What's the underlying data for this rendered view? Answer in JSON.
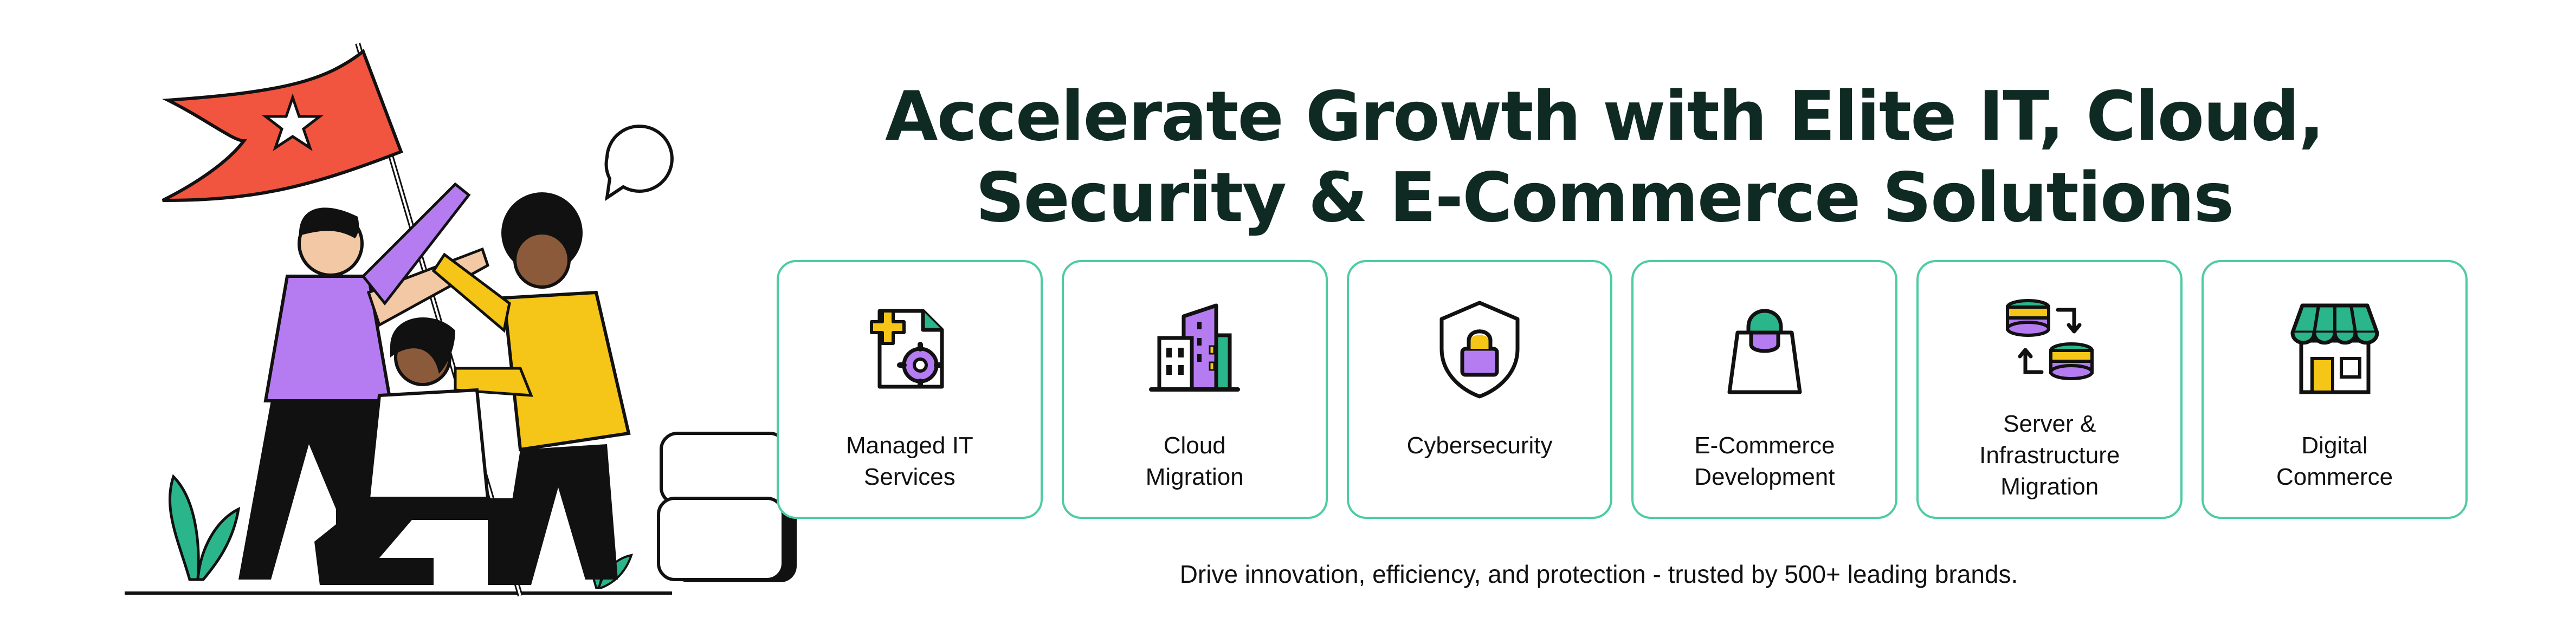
{
  "headline": {
    "line1": "Accelerate Growth with Elite IT, Cloud,",
    "line2": "Security & E-Commerce Solutions"
  },
  "services": [
    {
      "label": "Managed IT\nServices",
      "icon": "document-gear-icon"
    },
    {
      "label": "Cloud\nMigration",
      "icon": "cloud-buildings-icon"
    },
    {
      "label": "Cybersecurity",
      "icon": "shield-lock-icon"
    },
    {
      "label": "E-Commerce\nDevelopment",
      "icon": "shopping-bag-icon"
    },
    {
      "label": "Server &\nInfrastructure\nMigration",
      "icon": "database-transfer-icon"
    },
    {
      "label": "Digital\nCommerce",
      "icon": "storefront-icon"
    }
  ],
  "tagline": "Drive innovation, efficiency, and protection - trusted by 500+ leading brands.",
  "colors": {
    "heading": "#0f2a22",
    "card_border": "#4ecba4",
    "accent_green": "#2bb58a",
    "accent_purple": "#b57cf2",
    "accent_yellow": "#f5c518",
    "flag_red": "#f1553f"
  }
}
